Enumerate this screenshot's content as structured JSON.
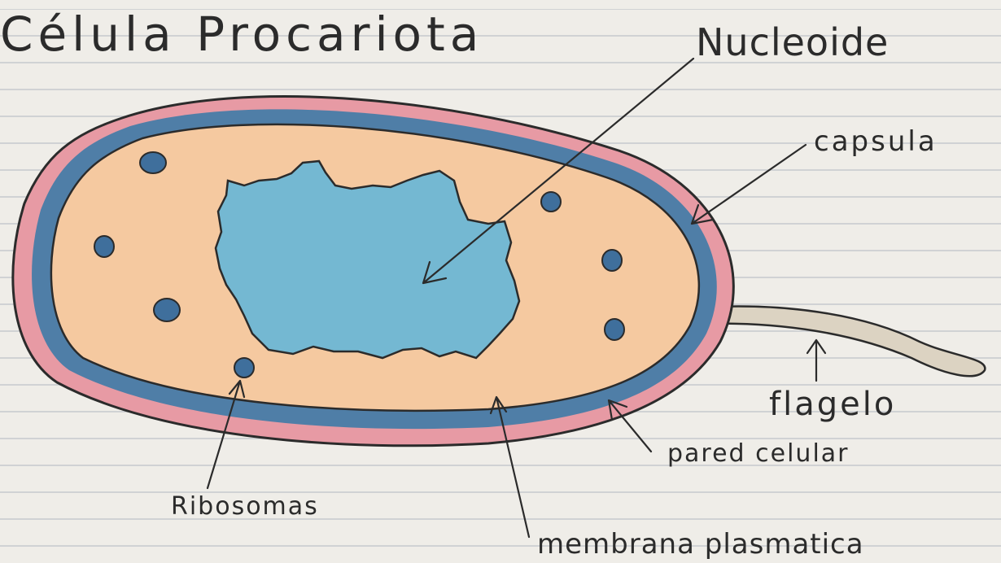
{
  "title": "Célula Procariota",
  "labels": {
    "nucleoide": "Nucleoide",
    "capsula": "capsula",
    "flagelo": "flagelo",
    "pared_celular": "pared celular",
    "membrana_plasmatica": "membrana plasmatica",
    "ribosomas": "Ribosomas"
  },
  "colors": {
    "capsula": "#e79aa4",
    "pared": "#4f7ea7",
    "citoplasma": "#f5c9a0",
    "nucleoide": "#74b8d2",
    "ribosoma": "#3f6f9c",
    "ink": "#2b2b2b"
  }
}
